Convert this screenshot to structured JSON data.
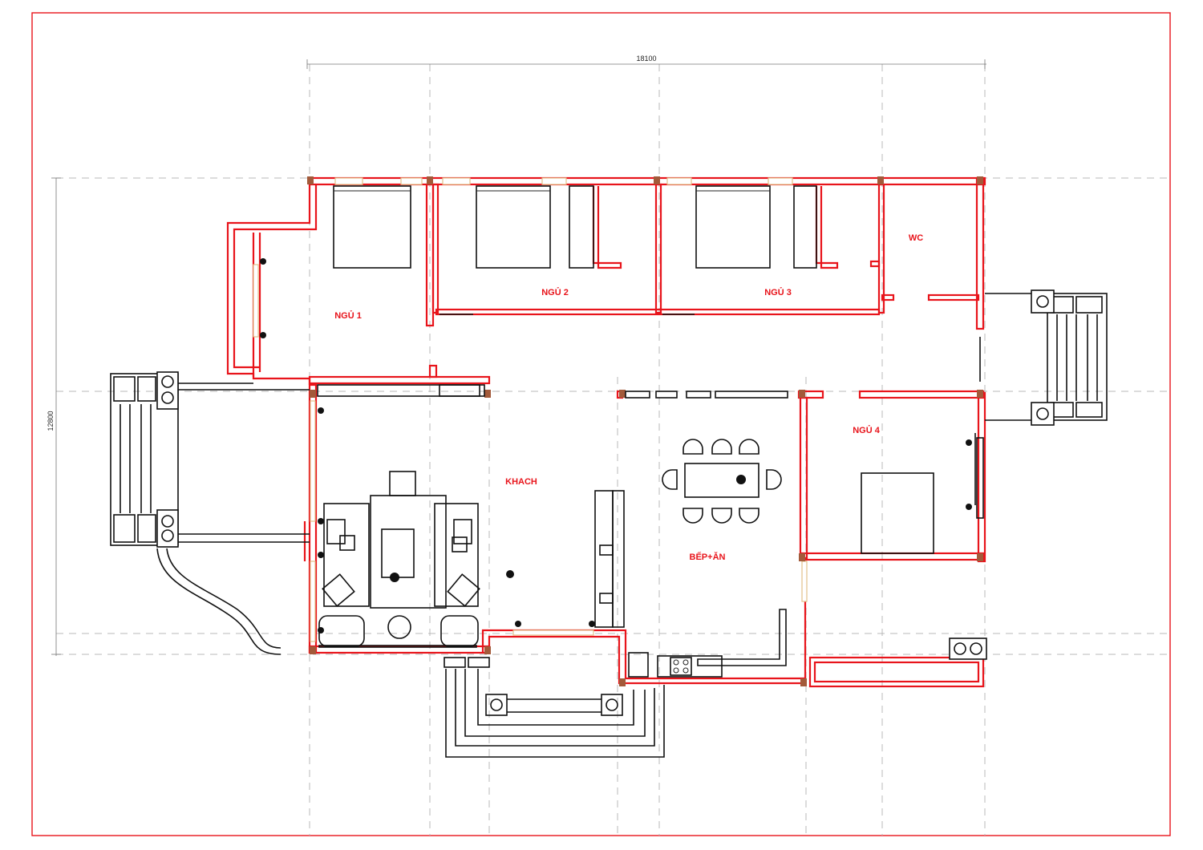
{
  "dimensions": {
    "width_label": "18100",
    "height_label": "12800"
  },
  "rooms": {
    "ngu1": "NGỦ 1",
    "ngu2": "NGỦ 2",
    "ngu3": "NGỦ 3",
    "wc": "WC",
    "khach": "KHACH",
    "bep_an": "BẾP+ĂN",
    "ngu4": "NGỦ 4"
  },
  "colors": {
    "wall": "#e8141b",
    "furniture": "#111111",
    "grid": "#b9b9b9",
    "column": "#a35a3a",
    "window": "#e3c08a"
  }
}
